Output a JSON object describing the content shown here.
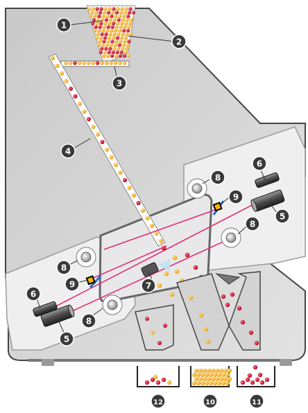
{
  "diagram": {
    "callouts": [
      {
        "id": "c1",
        "label": "1"
      },
      {
        "id": "c2",
        "label": "2"
      },
      {
        "id": "c3",
        "label": "3"
      },
      {
        "id": "c4",
        "label": "4"
      },
      {
        "id": "c5a",
        "label": "5"
      },
      {
        "id": "c5b",
        "label": "5"
      },
      {
        "id": "c6a",
        "label": "6"
      },
      {
        "id": "c6b",
        "label": "6"
      },
      {
        "id": "c7",
        "label": "7"
      },
      {
        "id": "c8a",
        "label": "8"
      },
      {
        "id": "c8b",
        "label": "8"
      },
      {
        "id": "c8c",
        "label": "8"
      },
      {
        "id": "c8d",
        "label": "8"
      },
      {
        "id": "c9a",
        "label": "9"
      },
      {
        "id": "c9b",
        "label": "9"
      },
      {
        "id": "c10",
        "label": "10"
      },
      {
        "id": "c11",
        "label": "11"
      },
      {
        "id": "c12",
        "label": "12"
      }
    ],
    "colors": {
      "body": "#d6d6d6",
      "body_edge": "#555555",
      "panel": "#efefef",
      "good_ball": "#f4b63a",
      "bad_ball": "#c8123a",
      "laser": "#e0307a",
      "callout_bg": "#3a3a3a",
      "callout_text": "#ffffff",
      "bin_edge": "#222222"
    },
    "icons": [
      "camera-icon",
      "light-source-icon",
      "reflector-icon",
      "lens-icon",
      "ejector-icon"
    ]
  }
}
